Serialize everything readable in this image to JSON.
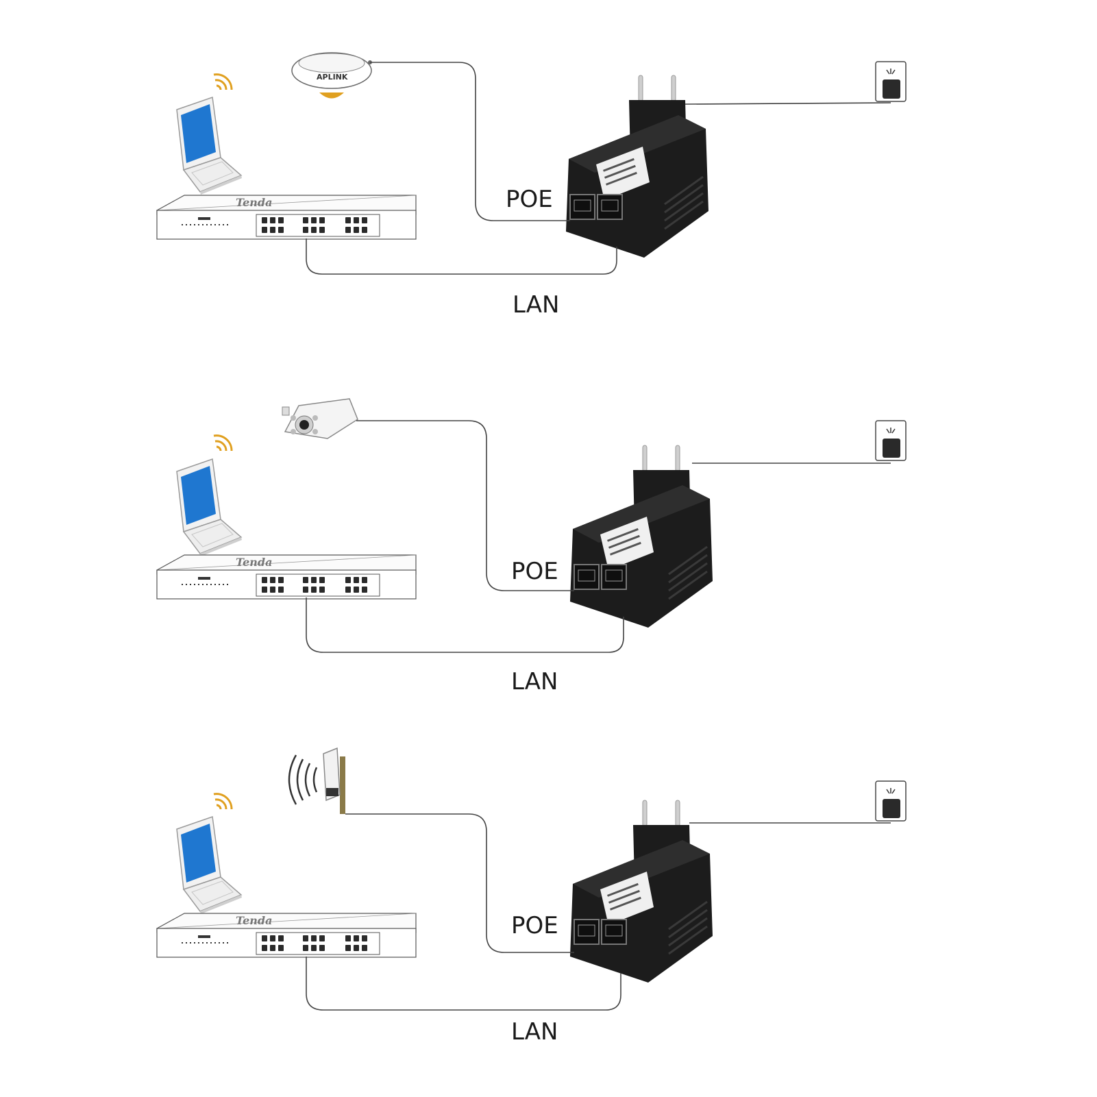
{
  "panels": [
    {
      "device": "ceiling-access-point",
      "poe_label": "POE",
      "lan_label": "LAN"
    },
    {
      "device": "bullet-camera",
      "poe_label": "POE",
      "lan_label": "LAN"
    },
    {
      "device": "outdoor-wireless-antenna",
      "poe_label": "POE",
      "lan_label": "LAN"
    }
  ],
  "colors": {
    "screen": "#1f77d0",
    "injector": "#1c1c1c",
    "signal": "#e0a020",
    "wire": "#444444",
    "switch_outline": "#555555"
  },
  "icons": [
    "laptop-icon",
    "wifi-signal-icon",
    "network-switch-icon",
    "poe-injector-icon",
    "wall-socket-icon"
  ]
}
